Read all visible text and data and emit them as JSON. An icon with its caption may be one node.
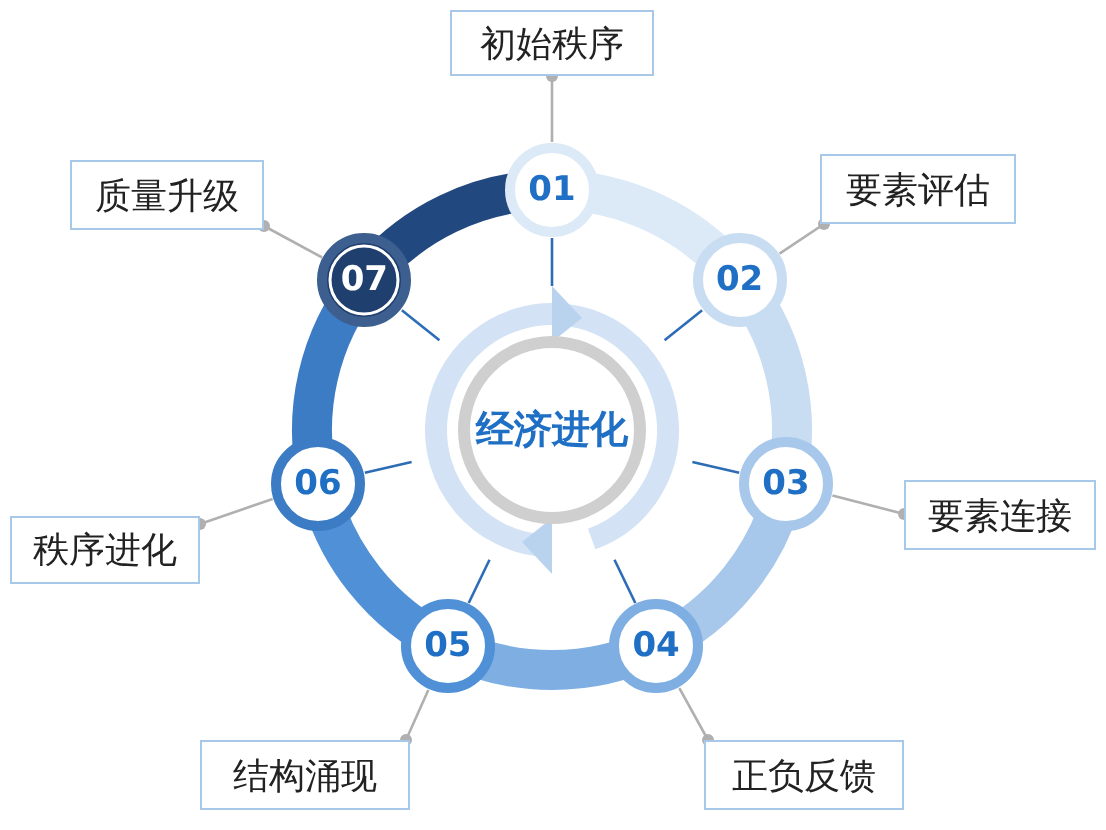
{
  "diagram": {
    "nodes": [
      {
        "text": [
          "经济进化"
        ]
      },
      {
        "text": [
          "01"
        ]
      },
      {
        "text": [
          "02"
        ]
      },
      {
        "text": [
          "03"
        ]
      },
      {
        "text": [
          "04"
        ]
      },
      {
        "text": [
          "05"
        ]
      },
      {
        "text": [
          "06"
        ]
      },
      {
        "text": [
          "07"
        ]
      },
      {
        "text": [
          "初始秩序"
        ]
      },
      {
        "text": [
          "要素评估"
        ]
      },
      {
        "text": [
          "要素连接"
        ]
      },
      {
        "text": [
          "正负反馈"
        ]
      },
      {
        "text": [
          "结构涌现"
        ]
      },
      {
        "text": [
          "秩序进化"
        ]
      },
      {
        "text": [
          "质量升级"
        ]
      }
    ],
    "edges": [
      {
        "from": 0,
        "to": 1,
        "arrow": "none"
      },
      {
        "from": 0,
        "to": 2,
        "arrow": "none"
      },
      {
        "from": 0,
        "to": 3,
        "arrow": "none"
      },
      {
        "from": 0,
        "to": 4,
        "arrow": "none"
      },
      {
        "from": 0,
        "to": 5,
        "arrow": "none"
      },
      {
        "from": 0,
        "to": 6,
        "arrow": "none"
      },
      {
        "from": 0,
        "to": 7,
        "arrow": "none"
      },
      {
        "from": 1,
        "to": 8,
        "arrow": "other",
        "color": "#b0b0b0"
      },
      {
        "from": 2,
        "to": 9,
        "arrow": "other",
        "color": "#b0b0b0"
      },
      {
        "from": 3,
        "to": 10,
        "arrow": "other",
        "color": "#b0b0b0"
      },
      {
        "from": 4,
        "to": 11,
        "arrow": "other",
        "color": "#b0b0b0"
      },
      {
        "from": 5,
        "to": 12,
        "arrow": "other",
        "color": "#b0b0b0"
      },
      {
        "from": 6,
        "to": 13,
        "arrow": "other",
        "color": "#b0b0b0"
      },
      {
        "from": 7,
        "to": 14,
        "arrow": "other",
        "color": "#b0b0b0"
      }
    ]
  }
}
